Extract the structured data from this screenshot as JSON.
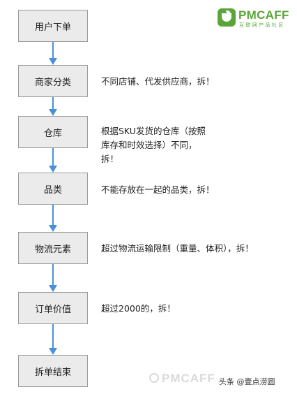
{
  "logo": {
    "name": "PMCAFF",
    "tagline": "互联网产品社区",
    "brand_color": "#5aa538"
  },
  "flow": {
    "steps": [
      {
        "label": "用户下单",
        "note": ""
      },
      {
        "label": "商家分类",
        "note": "不同店铺、代发供应商，拆！"
      },
      {
        "label": "仓库",
        "note": "根据SKU发货的仓库（按照库存和时效选择）不同，拆！"
      },
      {
        "label": "品类",
        "note": "不能存放在一起的品类，拆！"
      },
      {
        "label": "物流元素",
        "note": "超过物流运输限制（重量、体积），拆！"
      },
      {
        "label": "订单价值",
        "note": "超过2000的，拆！"
      },
      {
        "label": "拆单结束",
        "note": ""
      }
    ],
    "arrow_color": "#4a90d9"
  },
  "footer": {
    "watermark": "PMCAFF",
    "credit": "头条 @壹点涝圆"
  }
}
